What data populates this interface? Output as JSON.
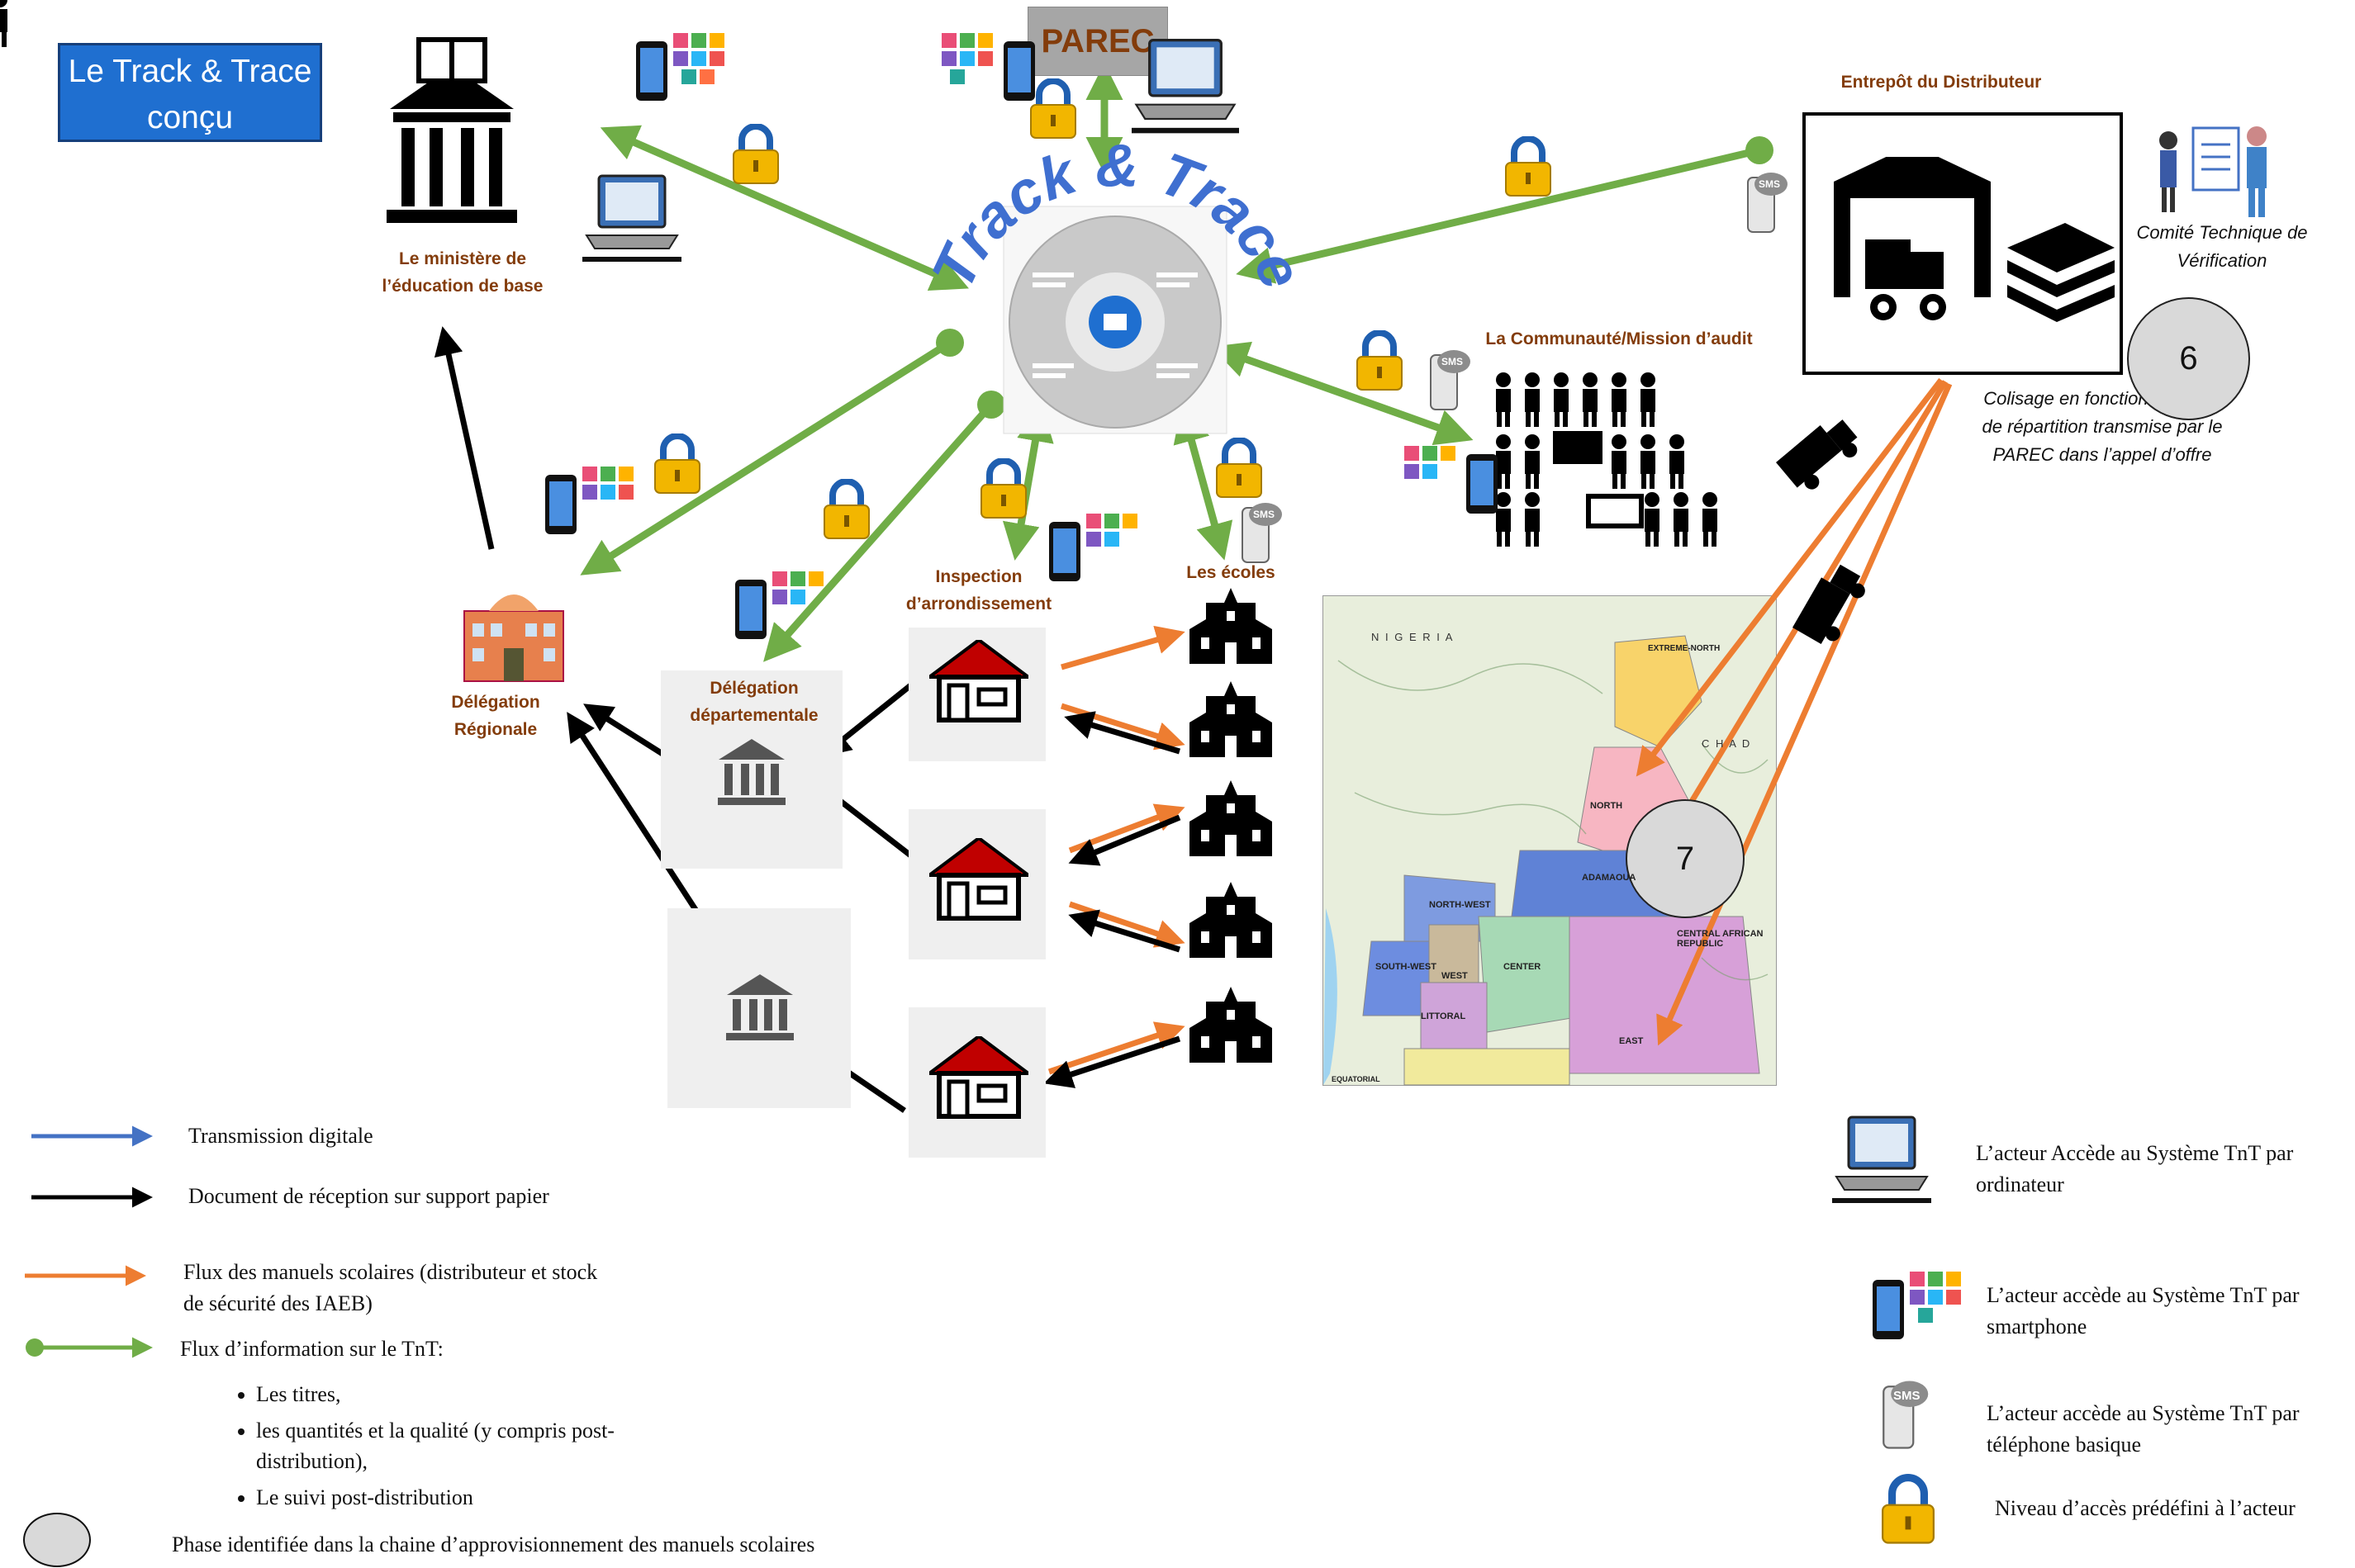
{
  "title_box": "Le Track & Trace conçu",
  "parec_label": "PAREC",
  "hub_label": "Track & Trace",
  "actors": {
    "ministry": "Le ministère de l’éducation de base",
    "regional": "Délégation Régionale",
    "departmental": "Délégation départementale",
    "inspection": "Inspection d’arrondissement",
    "schools": "Les écoles",
    "community": "La Communauté/Mission d’audit",
    "warehouse": "Entrepôt du Distributeur",
    "committee": "Comité Technique de Vérification"
  },
  "warehouse_note": "Colisage en fonction de la clé de répartition transmise par le PAREC dans l’appel d’offre",
  "phases": [
    "6",
    "7"
  ],
  "sms_text": "SMS",
  "legend_left": {
    "digital": "Transmission digitale",
    "paper": "Document de réception sur support papier",
    "books": "Flux des manuels scolaires (distributeur et stock de sécurité des IAEB)",
    "info": "Flux d’information sur le TnT:",
    "info_items": [
      "Les titres,",
      "les quantités et la qualité (y compris post-distribution),",
      "Le suivi post-distribution"
    ],
    "phase": "Phase identifiée dans la chaine d’approvisionnement des manuels scolaires"
  },
  "legend_right": {
    "computer": "L’acteur Accède au Système TnT par ordinateur",
    "smartphone": "L’acteur accède au Système TnT par smartphone",
    "basic_phone": "L’acteur accède au Système TnT par téléphone basique",
    "access": "Niveau d’accès prédéfini à l’acteur"
  },
  "map_labels": [
    "N I G E R I A",
    "C H A D",
    "EXTREME-NORTH",
    "NORTH",
    "ADAMAOUA",
    "NORTH-WEST",
    "SOUTH-WEST",
    "WEST",
    "CENTER",
    "LITTORAL",
    "EAST",
    "CENTRAL AFRICAN REPUBLIC",
    "EQUATORIAL"
  ],
  "colors": {
    "digital": "#4472c4",
    "paper": "#000000",
    "books": "#ed7d31",
    "info": "#70ad47",
    "label": "#833c0b",
    "title_bg": "#1f6fd0"
  }
}
